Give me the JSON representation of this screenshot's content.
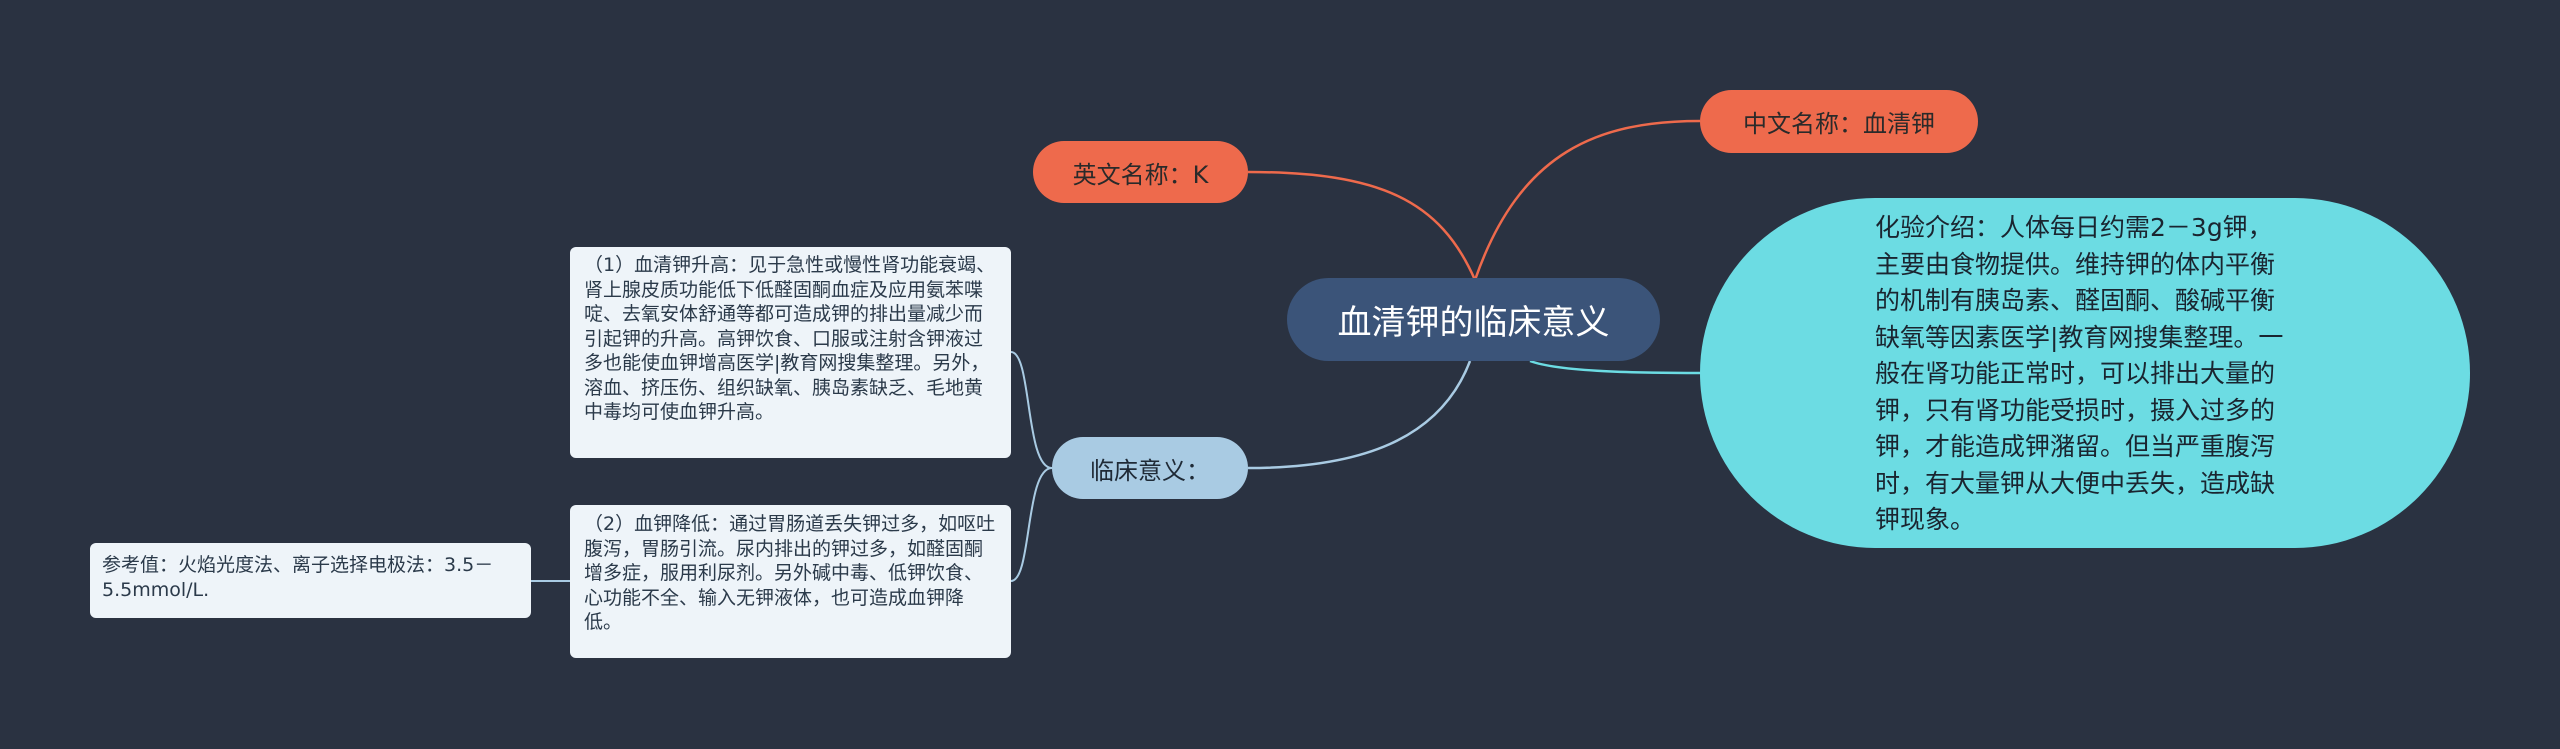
{
  "mindmap": {
    "center": {
      "text": "血清钾的临床意义"
    },
    "english_name": {
      "text": "英文名称：K"
    },
    "chinese_name": {
      "text": "中文名称：血清钾"
    },
    "lab_intro": {
      "text": "化验介绍：人体每日约需2－3g钾，主要由食物提供。维持钾的体内平衡的机制有胰岛素、醛固酮、酸碱平衡缺氧等因素医学|教育网搜集整理。一般在肾功能正常时，可以排出大量的钾，只有肾功能受损时，摄入过多的钾，才能造成钾潴留。但当严重腹泻时，有大量钾从大便中丢失，造成缺钾现象。"
    },
    "clinical": {
      "label": "临床意义：",
      "high": "（1）血清钾升高：见于急性或慢性肾功能衰竭、肾上腺皮质功能低下低醛固酮血症及应用氨苯喋啶、去氧安体舒通等都可造成钾的排出量减少而引起钾的升高。高钾饮食、口服或注射含钾液过多也能使血钾增高医学|教育网搜集整理。另外，溶血、挤压伤、组织缺氧、胰岛素缺乏、毛地黄中毒均可使血钾升高。",
      "low": "（2）血钾降低：通过胃肠道丢失钾过多，如呕吐腹泻，胃肠引流。尿内排出的钾过多，如醛固酮增多症，服用利尿剂。另外碱中毒、低钾饮食、心功能不全、输入无钾液体，也可造成血钾降低。"
    },
    "reference": {
      "text": "参考值：火焰光度法、离子选择电极法：3.5－5.5mmol/L."
    }
  },
  "colors": {
    "background": "#2a3241",
    "center": "#3b5479",
    "orange": "#ee6a4c",
    "cyan": "#6cdce3",
    "light_blue": "#a9cbe3",
    "box": "#eef4f9"
  }
}
